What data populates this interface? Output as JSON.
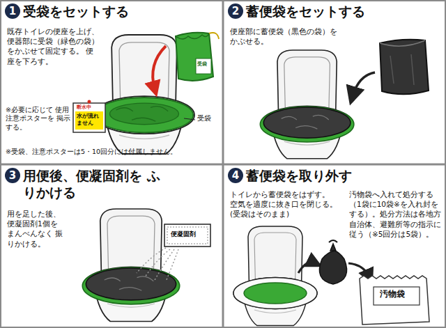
{
  "diagram": {
    "nodes": [
      {
        "text": [
          "受袋をセットする",
          "既存トイレの便座を上げ、 便器部に受袋（緑色の袋） をかぶせて固定する。 便座を下ろす。"
        ]
      },
      {
        "text": [
          "蓄便袋をセットする",
          "便座部に蓄便袋（黒色の袋）を かぶせる。"
        ]
      },
      {
        "text": [
          "用便後、便凝固剤を ふりかける",
          "用を足した後、 便凝固剤1個を まんべんなく 振りかける。"
        ]
      },
      {
        "text": [
          "蓄便袋を取り外す",
          "トイレから蓄便袋をはずす。 空気を適度に抜き口を閉じる。 (受袋はそのまま)",
          "汚物袋へ入れて処分する （1袋に10袋※を入れ封を する）。処分方法は各地方 自治体、避難所等の指示に 従う（※5回分は5袋）。"
        ]
      }
    ],
    "labels": [
      "1",
      "2",
      "3",
      "4",
      "受袋",
      "受袋",
      "※必要に応じて 使用注意ポスターを 掲示する。",
      "断水中",
      "水が流れ ません",
      "※受袋、注意ポスターは5・10回分には付属しません。",
      "便凝固剤",
      "汚物袋"
    ]
  }
}
